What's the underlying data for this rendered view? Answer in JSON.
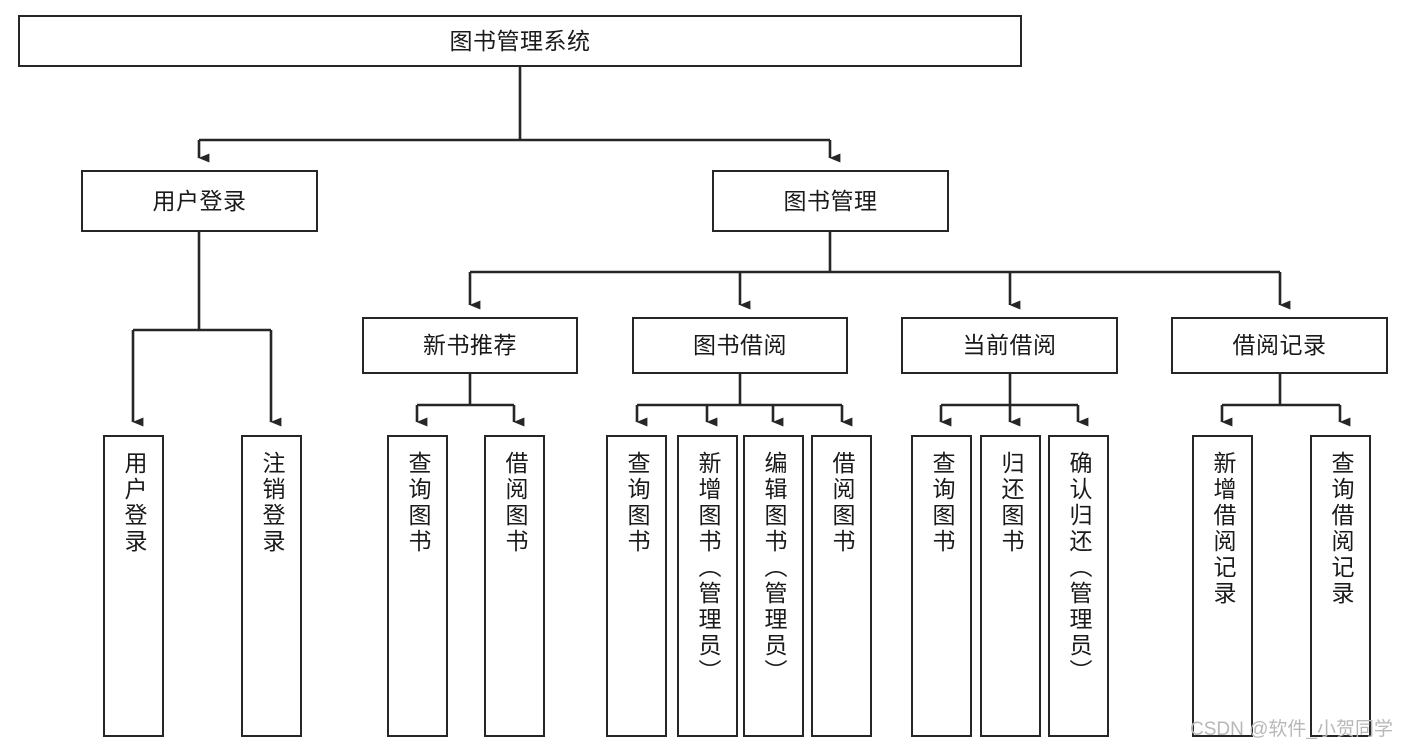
{
  "diagram": {
    "title": "图书管理系统",
    "type": "tree-hierarchy-diagram",
    "colors": {
      "stroke": "#262626",
      "fill": "#ffffff",
      "text": "#1a1a1a",
      "watermark": "#b8b8b8"
    },
    "levels": {
      "root": {
        "label": "图书管理系统"
      },
      "level2": [
        {
          "label": "用户登录"
        },
        {
          "label": "图书管理"
        }
      ],
      "level3": [
        {
          "label": "新书推荐"
        },
        {
          "label": "图书借阅"
        },
        {
          "label": "当前借阅"
        },
        {
          "label": "借阅记录"
        }
      ],
      "leaves": {
        "user_login": [
          {
            "label": "用户登录"
          },
          {
            "label": "注销登录"
          }
        ],
        "new_book_recommend": [
          {
            "label": "查询图书"
          },
          {
            "label": "借阅图书"
          }
        ],
        "book_borrow": [
          {
            "label": "查询图书"
          },
          {
            "label": "新增图书（管理员）"
          },
          {
            "label": "编辑图书（管理员）"
          },
          {
            "label": "借阅图书"
          }
        ],
        "current_borrow": [
          {
            "label": "查询图书"
          },
          {
            "label": "归还图书"
          },
          {
            "label": "确认归还（管理员）"
          }
        ],
        "borrow_record": [
          {
            "label": "新增借阅记录"
          },
          {
            "label": "查询借阅记录"
          }
        ]
      }
    }
  },
  "watermark": {
    "text": "CSDN @软件_小贺同学"
  }
}
